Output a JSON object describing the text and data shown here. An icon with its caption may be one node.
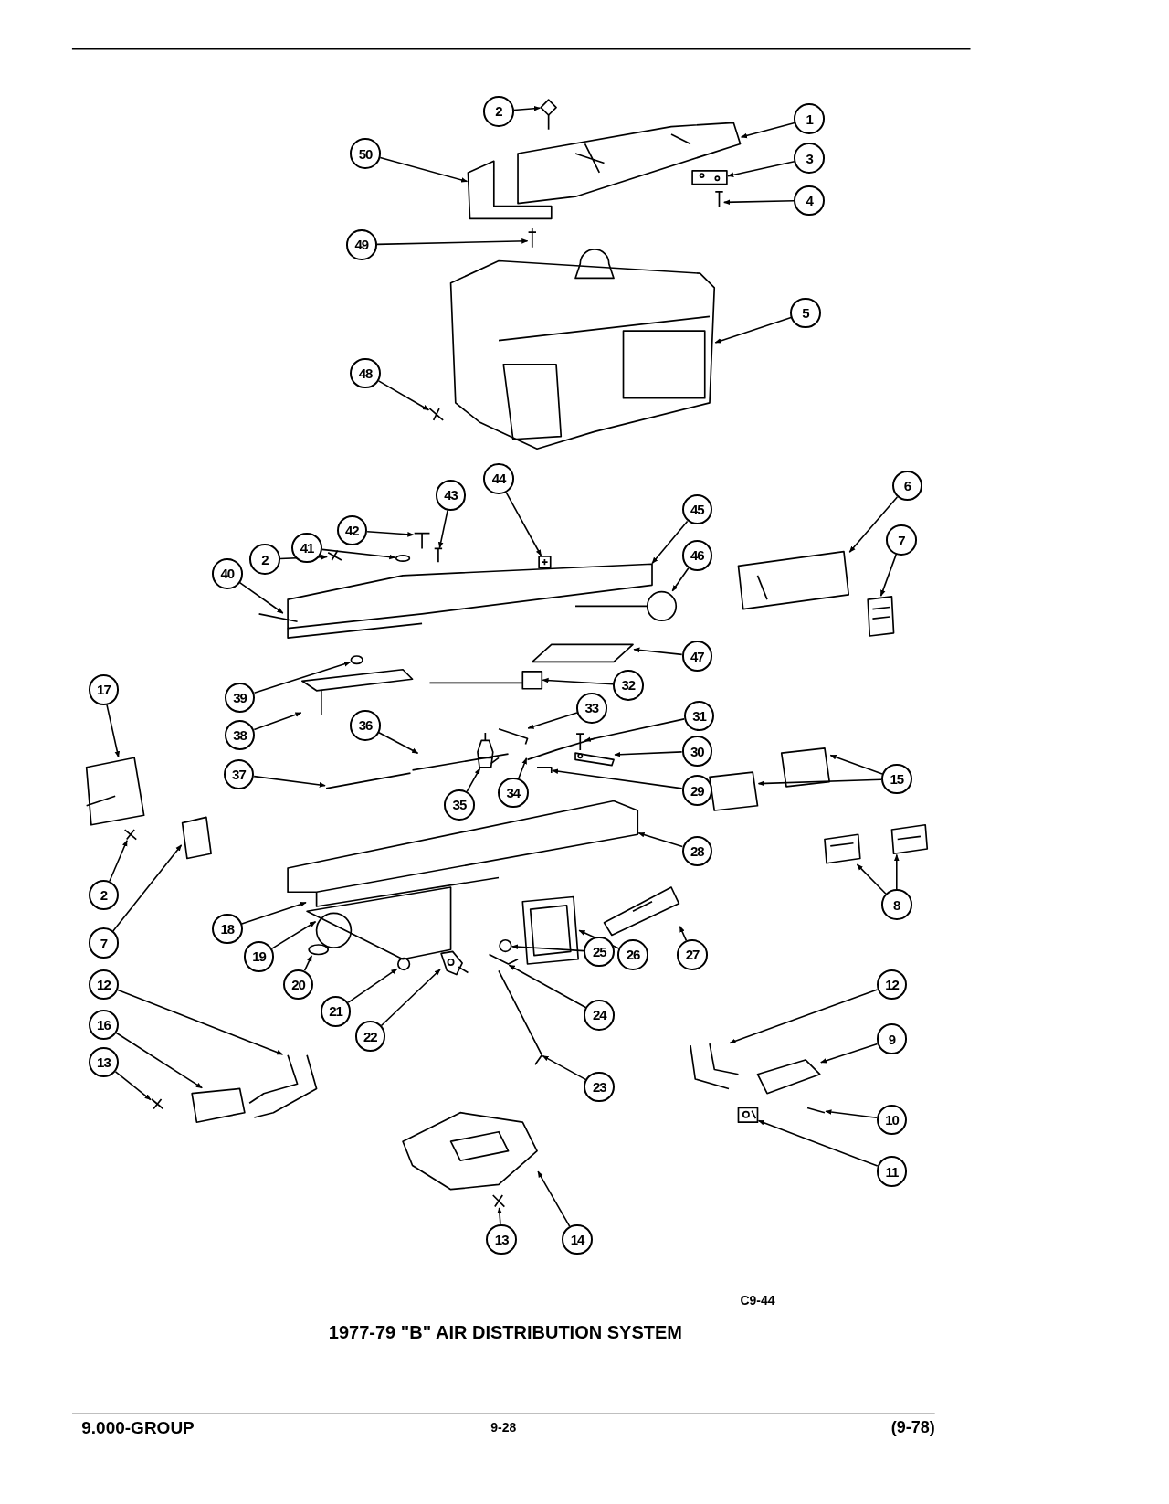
{
  "diagram": {
    "title": "1977-79 \"B\" AIR DISTRIBUTION SYSTEM",
    "nodes": [
      {
        "text": [
          "2"
        ]
      },
      {
        "text": [
          "1"
        ]
      },
      {
        "text": [
          "50"
        ]
      },
      {
        "text": [
          "3"
        ]
      },
      {
        "text": [
          "4"
        ]
      },
      {
        "text": [
          "49"
        ]
      },
      {
        "text": [
          "5"
        ]
      },
      {
        "text": [
          "48"
        ]
      },
      {
        "text": [
          "44"
        ]
      },
      {
        "text": [
          "6"
        ]
      },
      {
        "text": [
          "43"
        ]
      },
      {
        "text": [
          "45"
        ]
      },
      {
        "text": [
          "42"
        ]
      },
      {
        "text": [
          "7"
        ]
      },
      {
        "text": [
          "41"
        ]
      },
      {
        "text": [
          "46"
        ]
      },
      {
        "text": [
          "2"
        ]
      },
      {
        "text": [
          "40"
        ]
      },
      {
        "text": [
          "47"
        ]
      },
      {
        "text": [
          "32"
        ]
      },
      {
        "text": [
          "17"
        ]
      },
      {
        "text": [
          "39"
        ]
      },
      {
        "text": [
          "33"
        ]
      },
      {
        "text": [
          "31"
        ]
      },
      {
        "text": [
          "36"
        ]
      },
      {
        "text": [
          "38"
        ]
      },
      {
        "text": [
          "30"
        ]
      },
      {
        "text": [
          "37"
        ]
      },
      {
        "text": [
          "15"
        ]
      },
      {
        "text": [
          "29"
        ]
      },
      {
        "text": [
          "34"
        ]
      },
      {
        "text": [
          "35"
        ]
      },
      {
        "text": [
          "28"
        ]
      },
      {
        "text": [
          "2"
        ]
      },
      {
        "text": [
          "8"
        ]
      },
      {
        "text": [
          "18"
        ]
      },
      {
        "text": [
          "7"
        ]
      },
      {
        "text": [
          "25"
        ]
      },
      {
        "text": [
          "26"
        ]
      },
      {
        "text": [
          "27"
        ]
      },
      {
        "text": [
          "19"
        ]
      },
      {
        "text": [
          "12"
        ]
      },
      {
        "text": [
          "12"
        ]
      },
      {
        "text": [
          "20"
        ]
      },
      {
        "text": [
          "21"
        ]
      },
      {
        "text": [
          "24"
        ]
      },
      {
        "text": [
          "16"
        ]
      },
      {
        "text": [
          "22"
        ]
      },
      {
        "text": [
          "9"
        ]
      },
      {
        "text": [
          "13"
        ]
      },
      {
        "text": [
          "23"
        ]
      },
      {
        "text": [
          "10"
        ]
      },
      {
        "text": [
          "11"
        ]
      },
      {
        "text": [
          "13"
        ]
      },
      {
        "text": [
          "14"
        ]
      },
      {
        "text": [],
        "shape": "picture"
      },
      {
        "text": [],
        "shape": "picture"
      },
      {
        "text": [],
        "shape": "picture"
      },
      {
        "text": [],
        "shape": "picture"
      },
      {
        "text": [],
        "shape": "picture"
      },
      {
        "text": [],
        "shape": "picture"
      },
      {
        "text": [],
        "shape": "picture"
      },
      {
        "text": [],
        "shape": "picture"
      },
      {
        "text": [],
        "shape": "picture"
      },
      {
        "text": [],
        "shape": "picture"
      },
      {
        "text": [],
        "shape": "picture"
      },
      {
        "text": [],
        "shape": "picture"
      },
      {
        "text": [],
        "shape": "picture"
      },
      {
        "text": [],
        "shape": "picture"
      },
      {
        "text": [],
        "shape": "picture"
      },
      {
        "text": [],
        "shape": "picture"
      },
      {
        "text": [],
        "shape": "picture"
      },
      {
        "text": [],
        "shape": "picture"
      },
      {
        "text": [],
        "shape": "picture"
      },
      {
        "text": [],
        "shape": "picture"
      },
      {
        "text": [],
        "shape": "picture"
      },
      {
        "text": [],
        "shape": "picture"
      },
      {
        "text": [],
        "shape": "picture"
      },
      {
        "text": [],
        "shape": "picture"
      },
      {
        "text": [],
        "shape": "picture"
      },
      {
        "text": [],
        "shape": "picture"
      },
      {
        "text": [],
        "shape": "picture"
      },
      {
        "text": [],
        "shape": "picture"
      },
      {
        "text": [],
        "shape": "picture"
      },
      {
        "text": [],
        "shape": "picture"
      },
      {
        "text": [],
        "shape": "picture"
      },
      {
        "text": [],
        "shape": "picture"
      },
      {
        "text": [],
        "shape": "picture"
      },
      {
        "text": [],
        "shape": "picture"
      },
      {
        "text": [],
        "shape": "picture"
      },
      {
        "text": [],
        "shape": "picture"
      },
      {
        "text": [],
        "shape": "picture"
      },
      {
        "text": [],
        "shape": "picture"
      },
      {
        "text": [],
        "shape": "picture"
      },
      {
        "text": [],
        "shape": "picture"
      },
      {
        "text": [],
        "shape": "picture"
      },
      {
        "text": [],
        "shape": "picture"
      },
      {
        "text": [],
        "shape": "picture"
      },
      {
        "text": [],
        "shape": "picture"
      },
      {
        "text": [],
        "shape": "picture"
      },
      {
        "text": [],
        "shape": "picture"
      },
      {
        "text": [],
        "shape": "picture"
      },
      {
        "text": [],
        "shape": "picture"
      },
      {
        "text": [],
        "shape": "picture"
      },
      {
        "text": [],
        "shape": "picture"
      },
      {
        "text": [],
        "shape": "picture"
      },
      {
        "text": [],
        "shape": "picture"
      },
      {
        "text": [],
        "shape": "picture"
      },
      {
        "text": [],
        "shape": "picture"
      },
      {
        "text": [],
        "shape": "picture"
      },
      {
        "text": [],
        "shape": "picture"
      },
      {
        "text": [],
        "shape": "picture"
      }
    ],
    "edges": [
      {
        "from": 0,
        "to": 55,
        "arrow": "to"
      },
      {
        "from": 1,
        "to": 56,
        "arrow": "to"
      },
      {
        "from": 2,
        "to": 57,
        "arrow": "to"
      },
      {
        "from": 3,
        "to": 58,
        "arrow": "to"
      },
      {
        "from": 4,
        "to": 59,
        "arrow": "to"
      },
      {
        "from": 5,
        "to": 60,
        "arrow": "to"
      },
      {
        "from": 6,
        "to": 61,
        "arrow": "to"
      },
      {
        "from": 7,
        "to": 62,
        "arrow": "to"
      },
      {
        "from": 8,
        "to": 63,
        "arrow": "to"
      },
      {
        "from": 9,
        "to": 64,
        "arrow": "to"
      },
      {
        "from": 10,
        "to": 65,
        "arrow": "to"
      },
      {
        "from": 11,
        "to": 66,
        "arrow": "to"
      },
      {
        "from": 12,
        "to": 67,
        "arrow": "to"
      },
      {
        "from": 13,
        "to": 68,
        "arrow": "to"
      },
      {
        "from": 14,
        "to": 69,
        "arrow": "to"
      },
      {
        "from": 15,
        "to": 70,
        "arrow": "to"
      },
      {
        "from": 16,
        "to": 71,
        "arrow": "to"
      },
      {
        "from": 17,
        "to": 72,
        "arrow": "to"
      },
      {
        "from": 18,
        "to": 73,
        "arrow": "to"
      },
      {
        "from": 19,
        "to": 74,
        "arrow": "to"
      },
      {
        "from": 20,
        "to": 75,
        "arrow": "to"
      },
      {
        "from": 21,
        "to": 76,
        "arrow": "to"
      },
      {
        "from": 22,
        "to": 77,
        "arrow": "to"
      },
      {
        "from": 23,
        "to": 78,
        "arrow": "to"
      },
      {
        "from": 24,
        "to": 79,
        "arrow": "to"
      },
      {
        "from": 25,
        "to": 80,
        "arrow": "to"
      },
      {
        "from": 26,
        "to": 81,
        "arrow": "to"
      },
      {
        "from": 27,
        "to": 82,
        "arrow": "to"
      },
      {
        "from": 28,
        "to": 83,
        "arrow": "to"
      },
      {
        "from": 28,
        "to": 84,
        "arrow": "to"
      },
      {
        "from": 29,
        "to": 85,
        "arrow": "to"
      },
      {
        "from": 30,
        "to": 86,
        "arrow": "to"
      },
      {
        "from": 31,
        "to": 87,
        "arrow": "to"
      },
      {
        "from": 32,
        "to": 88,
        "arrow": "to"
      },
      {
        "from": 33,
        "to": 89,
        "arrow": "to"
      },
      {
        "from": 34,
        "to": 90,
        "arrow": "to"
      },
      {
        "from": 34,
        "to": 91,
        "arrow": "to"
      },
      {
        "from": 35,
        "to": 92,
        "arrow": "to"
      },
      {
        "from": 36,
        "to": 93,
        "arrow": "to"
      },
      {
        "from": 37,
        "to": 94,
        "arrow": "to"
      },
      {
        "from": 38,
        "to": 95,
        "arrow": "to"
      },
      {
        "from": 39,
        "to": 96,
        "arrow": "to"
      },
      {
        "from": 40,
        "to": 97,
        "arrow": "to"
      },
      {
        "from": 41,
        "to": 98,
        "arrow": "to"
      },
      {
        "from": 42,
        "to": 99,
        "arrow": "to"
      },
      {
        "from": 43,
        "to": 100,
        "arrow": "to"
      },
      {
        "from": 44,
        "to": 101,
        "arrow": "to"
      },
      {
        "from": 45,
        "to": 102,
        "arrow": "to"
      },
      {
        "from": 46,
        "to": 103,
        "arrow": "to"
      },
      {
        "from": 47,
        "to": 104,
        "arrow": "to"
      },
      {
        "from": 48,
        "to": 105,
        "arrow": "to"
      },
      {
        "from": 49,
        "to": 106,
        "arrow": "to"
      },
      {
        "from": 50,
        "to": 107,
        "arrow": "to"
      },
      {
        "from": 51,
        "to": 108,
        "arrow": "to"
      },
      {
        "from": 52,
        "to": 109,
        "arrow": "to"
      },
      {
        "from": 53,
        "to": 110,
        "arrow": "to"
      },
      {
        "from": 54,
        "to": 111,
        "arrow": "to"
      }
    ],
    "labels": [
      "C9-44",
      "9.000-GROUP",
      "9-28",
      "(9-78)"
    ]
  }
}
